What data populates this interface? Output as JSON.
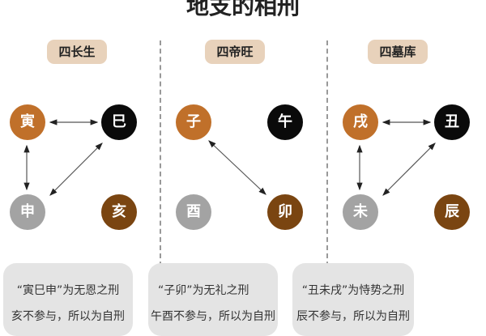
{
  "title": "地支的相刑",
  "colors": {
    "brown": "#c0702a",
    "black": "#0a0a0a",
    "gray": "#a3a3a3",
    "dark_brown": "#7a4511",
    "badge": "#e8d2bb",
    "box": "#e4e4e4"
  },
  "groups": [
    {
      "label": "四长生",
      "nodes": [
        "寅",
        "巳",
        "申",
        "亥"
      ],
      "lines": [
        "“寅巳申”为无恩之刑",
        "亥不参与，所以为自刑"
      ]
    },
    {
      "label": "四帝旺",
      "nodes": [
        "子",
        "午",
        "酉",
        "卯"
      ],
      "lines": [
        "“子卯”为无礼之刑",
        "午酉不参与，所以为自刑"
      ]
    },
    {
      "label": "四墓库",
      "nodes": [
        "戌",
        "丑",
        "未",
        "辰"
      ],
      "lines": [
        "“丑未戌”为恃势之刑",
        "辰不参与，所以为自刑"
      ]
    }
  ]
}
